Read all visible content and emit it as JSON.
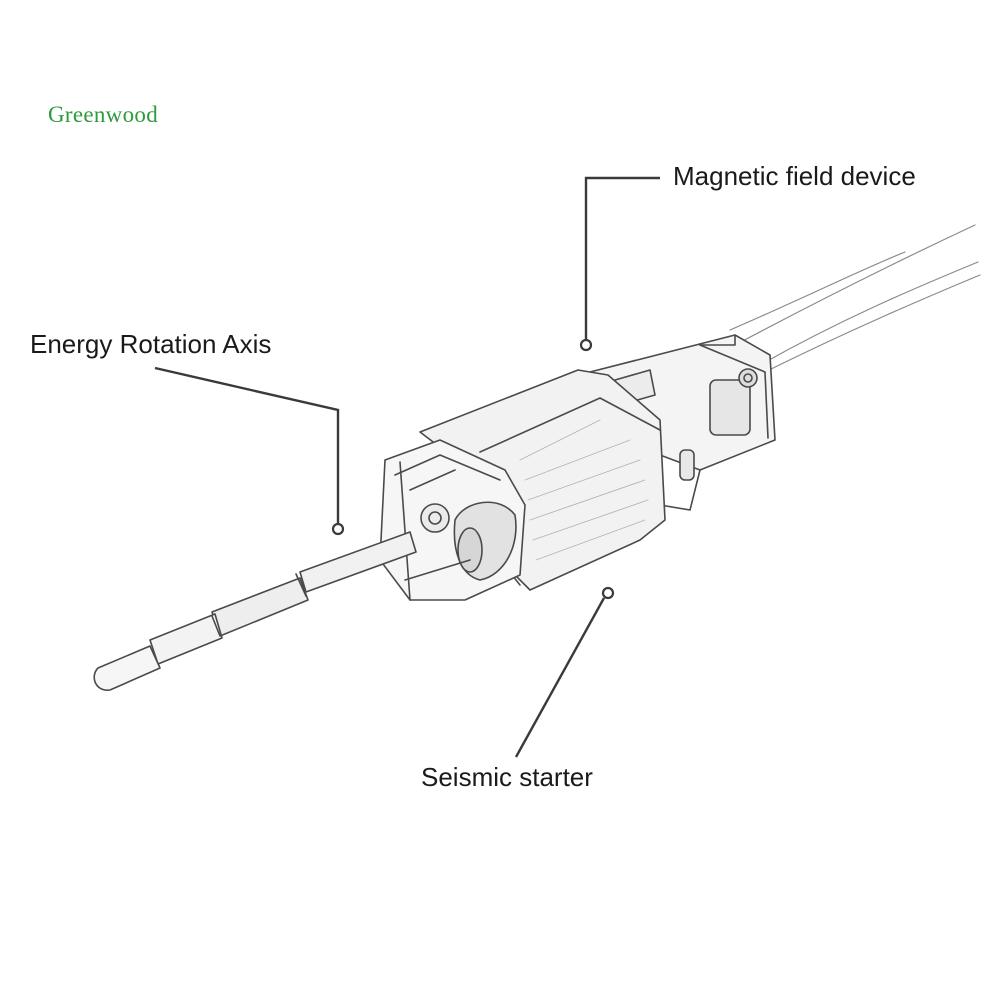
{
  "brand": {
    "text": "Greenwood",
    "color": "#2e9a3c"
  },
  "callouts": [
    {
      "id": "magnetic",
      "label": "Magnetic field device"
    },
    {
      "id": "axis",
      "label": "Energy Rotation Axis"
    },
    {
      "id": "seismic",
      "label": "Seismic starter"
    }
  ],
  "colors": {
    "leader": "#3a3a3a",
    "sketch": "#555555",
    "text": "#1a1a1a"
  }
}
